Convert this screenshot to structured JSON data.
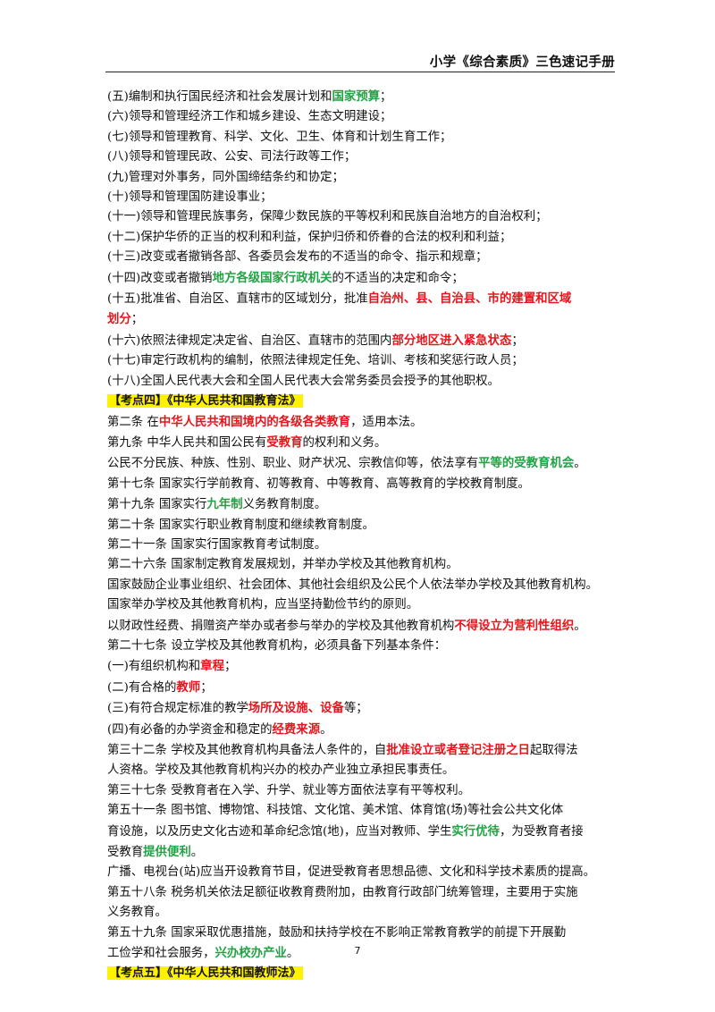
{
  "header": {
    "title": "小学《综合素质》三色速记手册"
  },
  "lines": [
    [
      {
        "t": "(五)编制和执行国民经济和社会发展计划和"
      },
      {
        "t": "国家预算",
        "c": "green"
      },
      {
        "t": "；"
      }
    ],
    [
      {
        "t": "(六)领导和管理经济工作和城乡建设、生态文明建设；"
      }
    ],
    [
      {
        "t": "(七)领导和管理教育、科学、文化、卫生、体育和计划生育工作；"
      }
    ],
    [
      {
        "t": "(八)领导和管理民政、公安、司法行政等工作；"
      }
    ],
    [
      {
        "t": "(九)管理对外事务，同外国缔结条约和协定；"
      }
    ],
    [
      {
        "t": "(十)领导和管理国防建设事业；"
      }
    ],
    [
      {
        "t": "(十一)领导和管理民族事务，保障少数民族的平等权利和民族自治地方的自治权利；"
      }
    ],
    [
      {
        "t": "(十二)保护华侨的正当的权利和利益，保护归侨和侨眷的合法的权利和利益；"
      }
    ],
    [
      {
        "t": "(十三)改变或者撤销各部、各委员会发布的不适当的命令、指示和规章；"
      }
    ],
    [
      {
        "t": "(十四)改变或者撤销"
      },
      {
        "t": "地方各级国家行政机关",
        "c": "green"
      },
      {
        "t": "的不适当的决定和命令；"
      }
    ],
    [
      {
        "t": "(十五)批准省、自治区、直辖市的区域划分，批准"
      },
      {
        "t": "自治州、县、自治县、市的建置和区域",
        "c": "red"
      }
    ],
    [
      {
        "t": "划分",
        "c": "red"
      },
      {
        "t": "；"
      }
    ],
    [
      {
        "t": "(十六)依照法律规定决定省、自治区、直辖市的范围内"
      },
      {
        "t": "部分地区进入紧急状态",
        "c": "red"
      },
      {
        "t": "；"
      }
    ],
    [
      {
        "t": "(十七)审定行政机构的编制，依照法律规定任免、培训、考核和奖惩行政人员；"
      }
    ],
    [
      {
        "t": "(十八)全国人民代表大会和全国人民代表大会常务委员会授予的其他职权。"
      }
    ],
    [
      {
        "t": "【考点四】《中华人民共和国教育法》",
        "c": "hl"
      }
    ],
    [
      {
        "t": "第二条 在"
      },
      {
        "t": "中华人民共和国境内的各级各类教育",
        "c": "red"
      },
      {
        "t": "，适用本法。"
      }
    ],
    [
      {
        "t": "第九条 中华人民共和国公民有"
      },
      {
        "t": "受教育",
        "c": "red"
      },
      {
        "t": "的权利和义务。"
      }
    ],
    [
      {
        "t": "公民不分民族、种族、性别、职业、财产状况、宗教信仰等，依法享有"
      },
      {
        "t": "平等的受教育机会",
        "c": "green"
      },
      {
        "t": "。"
      }
    ],
    [
      {
        "t": "第十七条 国家实行学前教育、初等教育、中等教育、高等教育的学校教育制度。"
      }
    ],
    [
      {
        "t": "第十九条 国家实行"
      },
      {
        "t": "九年制",
        "c": "green"
      },
      {
        "t": "义务教育制度。"
      }
    ],
    [
      {
        "t": "第二十条 国家实行职业教育制度和继续教育制度。"
      }
    ],
    [
      {
        "t": "第二十一条 国家实行国家教育考试制度。"
      }
    ],
    [
      {
        "t": "第二十六条 国家制定教育发展规划，并举办学校及其他教育机构。"
      }
    ],
    [
      {
        "t": "国家鼓励企业事业组织、社会团体、其他社会组织及公民个人依法举办学校及其他教育机构。"
      }
    ],
    [
      {
        "t": "国家举办学校及其他教育机构，应当坚持勤俭节约的原则。"
      }
    ],
    [
      {
        "t": "以财政性经费、捐赠资产举办或者参与举办的学校及其他教育机构"
      },
      {
        "t": "不得设立为营利性组织",
        "c": "red"
      },
      {
        "t": "。"
      }
    ],
    [
      {
        "t": "第二十七条 设立学校及其他教育机构，必须具备下列基本条件："
      }
    ],
    [
      {
        "t": "(一)有组织机构和"
      },
      {
        "t": "章程",
        "c": "red"
      },
      {
        "t": "；"
      }
    ],
    [
      {
        "t": "(二)有合格的"
      },
      {
        "t": "教师",
        "c": "red"
      },
      {
        "t": "；"
      }
    ],
    [
      {
        "t": "(三)有符合规定标准的教学"
      },
      {
        "t": "场所及设施、设备",
        "c": "red"
      },
      {
        "t": "等；"
      }
    ],
    [
      {
        "t": "(四)有必备的办学资金和稳定的"
      },
      {
        "t": "经费来源",
        "c": "red"
      },
      {
        "t": "。"
      }
    ],
    [
      {
        "t": "第三十二条 学校及其他教育机构具备法人条件的，自"
      },
      {
        "t": "批准设立或者登记注册之日",
        "c": "red"
      },
      {
        "t": "起取得法"
      }
    ],
    [
      {
        "t": "人资格。学校及其他教育机构兴办的校办产业独立承担民事责任。"
      }
    ],
    [
      {
        "t": "第三十七条 受教育者在入学、升学、就业等方面依法享有平等权利。"
      }
    ],
    [
      {
        "t": "第五十一条 图书馆、博物馆、科技馆、文化馆、美术馆、体育馆(场)等社会公共文化体"
      }
    ],
    [
      {
        "t": "育设施，以及历史文化古迹和革命纪念馆(地)，应当对教师、学生"
      },
      {
        "t": "实行优待",
        "c": "green"
      },
      {
        "t": "，为受教育者接"
      }
    ],
    [
      {
        "t": "受教育"
      },
      {
        "t": "提供便利",
        "c": "green"
      },
      {
        "t": "。"
      }
    ],
    [
      {
        "t": "广播、电视台(站)应当开设教育节目，促进受教育者思想品德、文化和科学技术素质的提高。"
      }
    ],
    [
      {
        "t": "第五十八条 税务机关依法足额征收教育费附加，由教育行政部门统筹管理，主要用于实施"
      }
    ],
    [
      {
        "t": "义务教育。"
      }
    ],
    [
      {
        "t": "第五十九条 国家采取优惠措施，鼓励和扶持学校在不影响正常教育教学的前提下开展勤"
      }
    ],
    [
      {
        "t": "工俭学和社会服务，"
      },
      {
        "t": "兴办校办产业",
        "c": "green"
      },
      {
        "t": "。"
      }
    ],
    [
      {
        "t": "【考点五】《中华人民共和国教师法》",
        "c": "hl"
      }
    ]
  ],
  "page_number": "7",
  "colors": {
    "red": "#e8141c",
    "green": "#21a345",
    "highlight": "#fff200"
  }
}
